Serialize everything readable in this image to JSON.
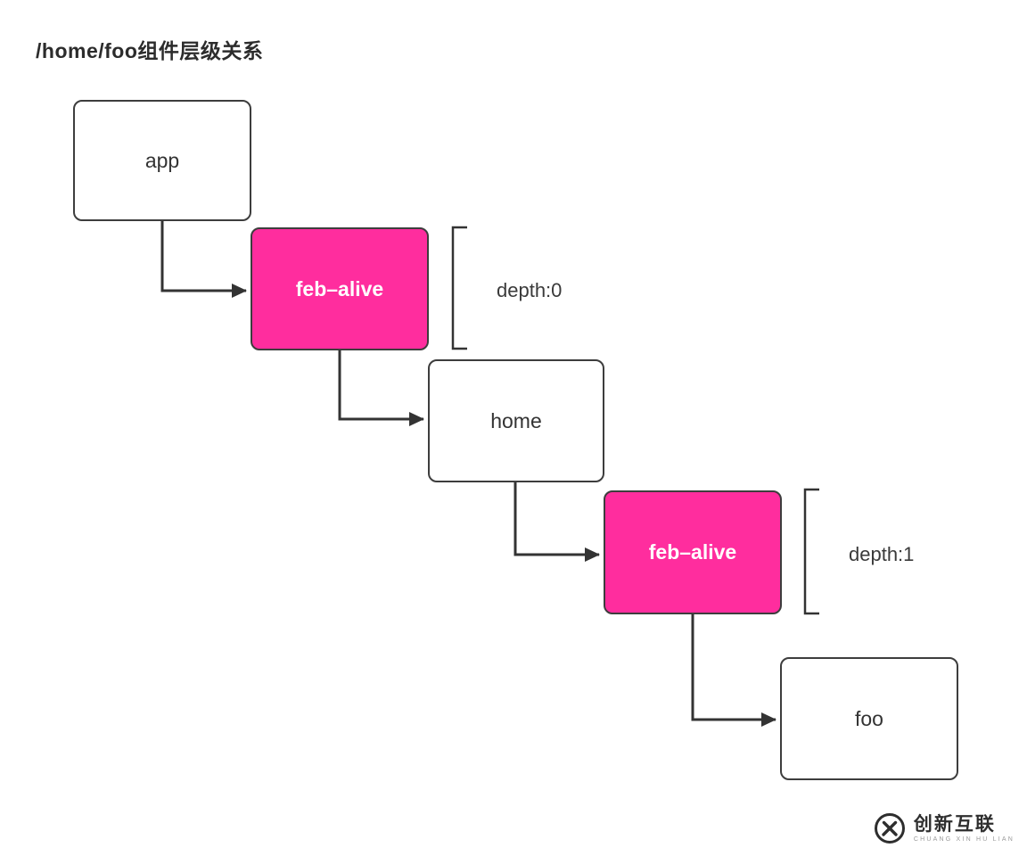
{
  "title": "/home/foo组件层级关系",
  "colors": {
    "pink": "#ff2d9e",
    "ink": "#333333",
    "border": "#3d3d3d",
    "arrow": "#333333"
  },
  "nodes": [
    {
      "id": "app",
      "label": "app",
      "type": "plain"
    },
    {
      "id": "feb-alive-0",
      "label": "feb–alive",
      "type": "highlight"
    },
    {
      "id": "home",
      "label": "home",
      "type": "plain"
    },
    {
      "id": "feb-alive-1",
      "label": "feb–alive",
      "type": "highlight"
    },
    {
      "id": "foo",
      "label": "foo",
      "type": "plain"
    }
  ],
  "annotations": [
    {
      "label": "depth:0"
    },
    {
      "label": "depth:1"
    }
  ],
  "watermark": {
    "name": "创新互联",
    "subtitle": "CHUANG XIN HU LIAN"
  }
}
